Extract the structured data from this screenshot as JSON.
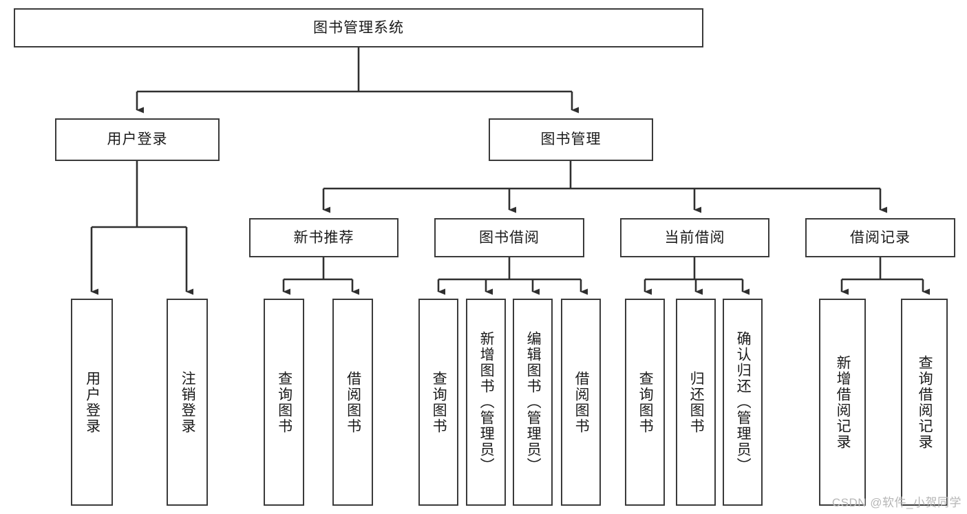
{
  "diagram": {
    "title": "图书管理系统",
    "type": "tree-hierarchy",
    "watermark": "CSDN @软件_小贺同学",
    "colors": {
      "box_border": "#3a3a3a",
      "box_fill": "#ffffff",
      "connector": "#2f2f2f",
      "text": "#1a1a1a",
      "watermark": "#b6b6b6",
      "background": "#ffffff"
    },
    "levels": {
      "level1": [
        {
          "id": "root",
          "label": "图书管理系统",
          "orientation": "horizontal"
        }
      ],
      "level2": [
        {
          "id": "user-login",
          "label": "用户登录",
          "orientation": "horizontal"
        },
        {
          "id": "book-manage",
          "label": "图书管理",
          "orientation": "horizontal"
        }
      ],
      "level3": [
        {
          "id": "new-book-rec",
          "label": "新书推荐",
          "orientation": "horizontal"
        },
        {
          "id": "book-borrow",
          "label": "图书借阅",
          "orientation": "horizontal"
        },
        {
          "id": "current-borrow",
          "label": "当前借阅",
          "orientation": "horizontal"
        },
        {
          "id": "borrow-record",
          "label": "借阅记录",
          "orientation": "horizontal"
        }
      ],
      "level4": [
        {
          "id": "leaf-user-login",
          "label": "用户登录",
          "orientation": "vertical",
          "parent": "user-login"
        },
        {
          "id": "leaf-user-logout",
          "label": "注销登录",
          "orientation": "vertical",
          "parent": "user-login"
        },
        {
          "id": "leaf-query-book-1",
          "label": "查询图书",
          "orientation": "vertical",
          "parent": "new-book-rec"
        },
        {
          "id": "leaf-borrow-book-1",
          "label": "借阅图书",
          "orientation": "vertical",
          "parent": "new-book-rec"
        },
        {
          "id": "leaf-query-book-2",
          "label": "查询图书",
          "orientation": "vertical",
          "parent": "book-borrow"
        },
        {
          "id": "leaf-add-book",
          "label": "新增图书（管理员）",
          "orientation": "vertical",
          "parent": "book-borrow"
        },
        {
          "id": "leaf-edit-book",
          "label": "编辑图书（管理员）",
          "orientation": "vertical",
          "parent": "book-borrow"
        },
        {
          "id": "leaf-borrow-book-2",
          "label": "借阅图书",
          "orientation": "vertical",
          "parent": "book-borrow"
        },
        {
          "id": "leaf-query-book-3",
          "label": "查询图书",
          "orientation": "vertical",
          "parent": "current-borrow"
        },
        {
          "id": "leaf-return-book",
          "label": "归还图书",
          "orientation": "vertical",
          "parent": "current-borrow"
        },
        {
          "id": "leaf-confirm-return",
          "label": "确认归还（管理员）",
          "orientation": "vertical",
          "parent": "current-borrow"
        },
        {
          "id": "leaf-add-record",
          "label": "新增借阅记录",
          "orientation": "vertical",
          "parent": "borrow-record"
        },
        {
          "id": "leaf-query-record",
          "label": "查询借阅记录",
          "orientation": "vertical",
          "parent": "borrow-record"
        }
      ]
    }
  }
}
